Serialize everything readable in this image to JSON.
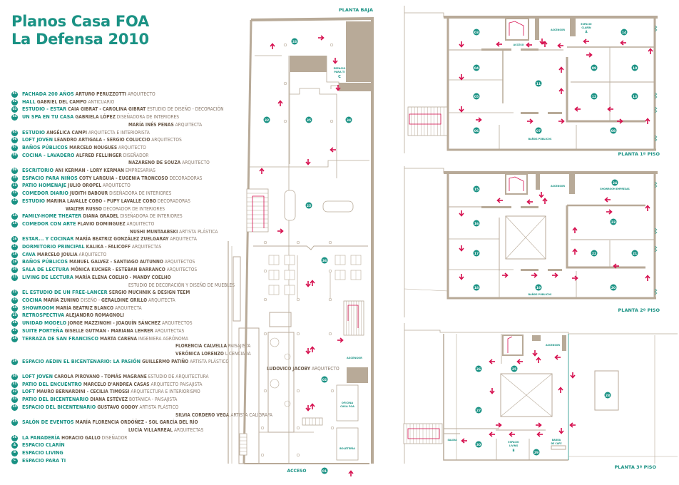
{
  "title": {
    "line1": "Planos Casa FOA",
    "line2": "La Defensa 2010"
  },
  "colors": {
    "accent": "#1a9284",
    "arrow": "#d6104f",
    "wall": "#b8aa98",
    "text_brown": "#6b5a4a"
  },
  "legend": [
    {
      "num": "01",
      "name": "FACHADA 200 AÑOS",
      "lines": [
        [
          {
            "w": "ARTURO PERUZZOTTI",
            "r": "ARQUITECTO"
          }
        ]
      ]
    },
    {
      "num": "02",
      "name": "HALL",
      "lines": [
        [
          {
            "w": "GABRIEL DEL CAMPO",
            "r": "ANTICUARIO"
          }
        ]
      ]
    },
    {
      "num": "03",
      "name": "ESTUDIO - ESTAR",
      "lines": [
        [
          {
            "w": "CAIA GIBRAT - CAROLINA GIBRAT",
            "r": "ESTUDIO DE DISEÑO - DECORACIÓN"
          }
        ]
      ]
    },
    {
      "num": "04",
      "name": "UN SPA EN TU CASA",
      "lines": [
        [
          {
            "w": "GABRIELA LÓPEZ",
            "r": "DISEÑADORA DE INTERIORES"
          }
        ],
        [
          {
            "w": "MARÍA INÉS PENAS",
            "r": "ARQUITECTA"
          }
        ]
      ]
    },
    {
      "num": "05",
      "name": "ESTUDIO",
      "lines": [
        [
          {
            "w": "ANGÉLICA CAMPI",
            "r": "ARQUITECTA E INTERIORISTA"
          }
        ]
      ]
    },
    {
      "num": "06",
      "name": "LOFT JOVEN",
      "lines": [
        [
          {
            "w": "LEANDRO ARTIGALA - SERGIO COLUCCIO",
            "r": "ARQUITECTOS"
          }
        ]
      ]
    },
    {
      "num": "07",
      "name": "BAÑOS PÚBLICOS",
      "lines": [
        [
          {
            "w": "MARCELO NOUGUES",
            "r": "ARQUITECTO"
          }
        ]
      ]
    },
    {
      "num": "08",
      "name": "COCINA - LAVADERO",
      "lines": [
        [
          {
            "w": "ALFRED FELLINGER",
            "r": "DISEÑADOR"
          }
        ],
        [
          {
            "w": "NAZARENO DE SOUZA",
            "r": "ARQUITECTO"
          }
        ]
      ]
    },
    {
      "num": "09",
      "name": "ESCRITORIO",
      "lines": [
        [
          {
            "w": "ANI KERMAN - LORY KERMAN",
            "r": "EMPRESARIAS"
          }
        ]
      ]
    },
    {
      "num": "10",
      "name": "ESPACIO PARA NIÑOS",
      "lines": [
        [
          {
            "w": "COTY LARGUIA - EUGENIA TRONCOSO",
            "r": "DECORADORAS"
          }
        ]
      ]
    },
    {
      "num": "11",
      "name": "PATIO HOMENAJE",
      "lines": [
        [
          {
            "w": "JULIO OROPEL",
            "r": "ARQUITECTO"
          }
        ]
      ]
    },
    {
      "num": "12",
      "name": "COMEDOR DIARIO",
      "lines": [
        [
          {
            "w": "JUDITH BABOUR",
            "r": "DISEÑADORA DE INTERIORES"
          }
        ]
      ]
    },
    {
      "num": "13",
      "name": "ESTUDIO",
      "lines": [
        [
          {
            "w": "MARINA LAVALLE COBO - PUPY LAVALLE COBO",
            "r": "DECORADORAS"
          }
        ],
        [
          {
            "w": "WALTER RUSSO",
            "r": "DECORADOR DE INTERIORES"
          }
        ]
      ]
    },
    {
      "num": "14",
      "name": "FAMILY-HOME THEATER",
      "lines": [
        [
          {
            "w": "DIANA GRADEL",
            "r": "DISEÑADORA DE INTERIORES"
          }
        ]
      ]
    },
    {
      "num": "15",
      "name": "COMEDOR CON ARTE",
      "lines": [
        [
          {
            "w": "FLAVIO DOMINGUEZ",
            "r": "ARQUITECTO"
          }
        ],
        [
          {
            "w": "NUSHI MUNTAABSKI",
            "r": "ARTISTA PLÁSTICA"
          }
        ]
      ]
    },
    {
      "num": "16",
      "name": "ESTAR... Y COCINAR",
      "lines": [
        [
          {
            "w": "MARÍA BEATRIZ GONZÁLEZ ZUELGARAY",
            "r": "ARQUITECTA"
          }
        ]
      ]
    },
    {
      "num": "17",
      "name": "DORMITORIO PRINCIPAL",
      "lines": [
        [
          {
            "w": "KALIKA - FALICOFF",
            "r": "ARQUITECTAS"
          }
        ]
      ]
    },
    {
      "num": "18",
      "name": "CAVA",
      "lines": [
        [
          {
            "w": "MARCELO JOULIA",
            "r": "ARQUITECTO"
          }
        ]
      ]
    },
    {
      "num": "19",
      "name": "BAÑOS PÚBLICOS",
      "lines": [
        [
          {
            "w": "MANUEL GALVEZ - SANTIAGO AUTUNNO",
            "r": "ARQUITECTOS"
          }
        ]
      ]
    },
    {
      "num": "20",
      "name": "SALA DE LECTURA",
      "lines": [
        [
          {
            "w": "MÓNICA KUCHER - ESTEBAN BARRANCO",
            "r": "ARQUITECTOS"
          }
        ]
      ]
    },
    {
      "num": "21",
      "name": "LIVING DE LECTURA",
      "lines": [
        [
          {
            "w": "MARÍA ELENA COELHO - MANDY COELHO",
            "r": ""
          }
        ],
        [
          {
            "w": "",
            "r": "ESTUDIO DE DECORACIÓN Y DISEÑO DE MUEBLES"
          }
        ]
      ]
    },
    {
      "num": "22",
      "name": "EL ESTUDIO DE UN FREE-LANCER",
      "lines": [
        [
          {
            "w": "SERGIO MUCHNIK & DESIGN TEEM",
            "r": ""
          }
        ]
      ]
    },
    {
      "num": "23",
      "name": "COCINA",
      "lines": [
        [
          {
            "w": "MARÍA ZUNINO",
            "r": "DISEÑO -"
          },
          {
            "w": "GERALDINE GRILLO",
            "r": "ARQUITECTA"
          }
        ]
      ]
    },
    {
      "num": "24",
      "name": "SHOWROOM",
      "lines": [
        [
          {
            "w": "MARÍA BEATRIZ BLANCO",
            "r": "ARQUITECTA"
          }
        ]
      ]
    },
    {
      "num": "25",
      "name": "RETROSPECTIVA",
      "lines": [
        [
          {
            "w": "ALEJANDRO ROMAGNOLI",
            "r": ""
          }
        ]
      ]
    },
    {
      "num": "26",
      "name": "UNIDAD MODELO",
      "lines": [
        [
          {
            "w": "JORGE MAZZINGHI - JOAQUÍN SÁNCHEZ",
            "r": "ARQUITECTOS"
          }
        ]
      ]
    },
    {
      "num": "27",
      "name": "SUITE PORTEÑA",
      "lines": [
        [
          {
            "w": "GISELLE GUTMAN - MARIANA LEHRER",
            "r": "ARQUITECTAS"
          }
        ]
      ]
    },
    {
      "num": "28",
      "name": "TERRAZA DE SAN FRANCISCO",
      "lines": [
        [
          {
            "w": "MARTA CARENA",
            "r": "INGENIERA AGRÓNOMA"
          }
        ],
        [
          {
            "w": "FLORENCIA CALVELLA",
            "r": "PAISAJISTA"
          }
        ],
        [
          {
            "w": "VERÓNICA LORENZO",
            "r": "LICENCIADA"
          }
        ]
      ]
    },
    {
      "num": "29",
      "name": "ESPACIO AEDIN EL BICENTENARIO: LA PASIÓN",
      "lines": [
        [
          {
            "w": "GUILLERMO PATIÑO",
            "r": "ARTISTA PLÁSTICO"
          }
        ],
        [
          {
            "w": "LUDOVICO JACOBY",
            "r": "ARQUITECTO"
          }
        ]
      ]
    },
    {
      "num": "30",
      "name": "LOFT JOVEN",
      "lines": [
        [
          {
            "w": "CAROLA PIROVANO - TOMÁS MAGRANE",
            "r": "ESTUDIO DE ARQUITECTURA"
          }
        ]
      ]
    },
    {
      "num": "31",
      "name": "PATIO DEL ENCUENTRO",
      "lines": [
        [
          {
            "w": "MARCELO D'ANDREA CASAS",
            "r": "ARQUITECTO PAISAJISTA"
          }
        ]
      ]
    },
    {
      "num": "32",
      "name": "LOFT",
      "lines": [
        [
          {
            "w": "MAURO BERNARDINI - CECILIA TIMOSSI",
            "r": "ARQUITECTURA E INTERIORISMO"
          }
        ]
      ]
    },
    {
      "num": "33",
      "name": "PATIO DEL BICENTENARIO",
      "lines": [
        [
          {
            "w": "DIANA ESTÉVEZ",
            "r": "BOTÁNICA - PAISAJISTA"
          }
        ]
      ]
    },
    {
      "num": "34",
      "name": "ESPACIO DEL BICENTENARIO",
      "lines": [
        [
          {
            "w": "GUSTAVO GODOY",
            "r": "ARTISTA PLÁSTICO"
          }
        ],
        [
          {
            "w": "SILVIA CORDERO VEGA",
            "r": "ARTISTA CALÍGRAFA"
          }
        ]
      ]
    },
    {
      "num": "35",
      "name": "SALÓN DE EVENTOS",
      "lines": [
        [
          {
            "w": "MARÍA FLORENCIA ORDÓÑEZ - SOL GARCÍA DEL RÍO",
            "r": ""
          }
        ],
        [
          {
            "w": "LUCÍA VILLARREAL",
            "r": "ARQUITECTAS"
          }
        ]
      ]
    },
    {
      "num": "36",
      "name": "LA PANADERÍA",
      "lines": [
        [
          {
            "w": "HORACIO GALLO",
            "r": "DISEÑADOR"
          }
        ]
      ]
    },
    {
      "num": "A",
      "name": "ESPACIO CLARÍN",
      "lines": []
    },
    {
      "num": "B",
      "name": "ESPACIO LIVING",
      "lines": []
    },
    {
      "num": "C",
      "name": "ESPACIO PARA TI",
      "lines": []
    }
  ],
  "plans": {
    "ground": {
      "label": "PLANTA BAJA",
      "rooms": [
        "33",
        "32",
        "35",
        "34",
        "25",
        "36",
        "02",
        "01"
      ],
      "labels": {
        "espacio_para_ti": [
          "ESPACIO",
          "PARA TI",
          "C"
        ],
        "ascensor": "ASCENSOR",
        "oficina": [
          "OFICINA",
          "CASA FOA"
        ],
        "boleteria": "BOLETERÍA",
        "acceso": "ACCESO"
      }
    },
    "first": {
      "label": "PLANTA 1º PISO",
      "rooms": [
        "03",
        "04",
        "05",
        "06",
        "07",
        "08",
        "09",
        "10",
        "11",
        "12",
        "13",
        "14"
      ],
      "labels": {
        "ascensor": "ASCENSOR",
        "acceso": "ACCESO",
        "espacio_clarin": [
          "ESPACIO",
          "CLARÍN",
          "A"
        ],
        "banos": "BAÑOS PÚBLICOS"
      }
    },
    "second": {
      "label": "PLANTA 2º PISO",
      "rooms": [
        "15",
        "16",
        "17",
        "18",
        "19",
        "20",
        "21",
        "22",
        "23",
        "24"
      ],
      "labels": {
        "ascensor": "ASCENSOR",
        "showroom": "SHOWROOM EMPRESAS",
        "banos": "BAÑOS PÚBLICOS"
      }
    },
    "third": {
      "label": "PLANTA 3º PISO",
      "rooms": [
        "26",
        "27",
        "28",
        "29",
        "30"
      ],
      "labels": {
        "ascensor": "ASCENSOR",
        "salida": "SALIDA",
        "espacio_living": [
          "ESPACIO",
          "LIVING",
          "B"
        ],
        "barra": [
          "BARRA",
          "DE CAFÉ"
        ]
      }
    }
  }
}
